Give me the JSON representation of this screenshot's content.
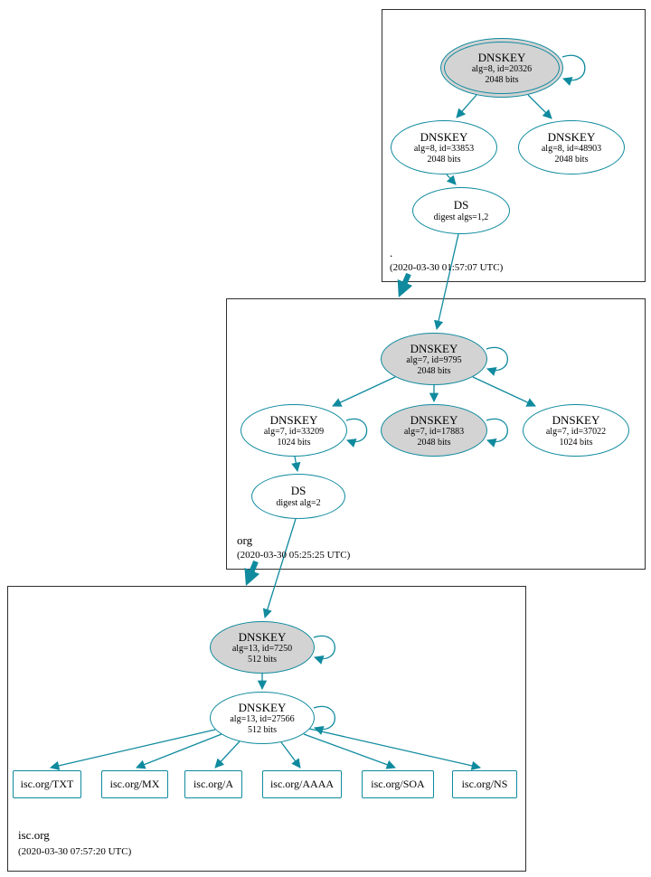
{
  "colors": {
    "accent": "#0f8a9e",
    "ksk_fill": "#d3d3d3",
    "zone_border": "#303030",
    "node_fill": "#ffffff"
  },
  "zones": {
    "root": {
      "name": ".",
      "timestamp": "(2020-03-30 01:57:07 UTC)",
      "nodes": {
        "ksk": {
          "title": "DNSKEY",
          "detail": "alg=8, id=20326",
          "size": "2048 bits"
        },
        "zsk1": {
          "title": "DNSKEY",
          "detail": "alg=8, id=33853",
          "size": "2048 bits"
        },
        "zsk2": {
          "title": "DNSKEY",
          "detail": "alg=8, id=48903",
          "size": "2048 bits"
        },
        "ds": {
          "title": "DS",
          "detail": "digest algs=1,2"
        }
      }
    },
    "org": {
      "name": "org",
      "timestamp": "(2020-03-30 05:25:25 UTC)",
      "nodes": {
        "ksk": {
          "title": "DNSKEY",
          "detail": "alg=7, id=9795",
          "size": "2048 bits"
        },
        "zsk_left": {
          "title": "DNSKEY",
          "detail": "alg=7, id=33209",
          "size": "1024 bits"
        },
        "zsk_mid": {
          "title": "DNSKEY",
          "detail": "alg=7, id=17883",
          "size": "2048 bits"
        },
        "zsk_right": {
          "title": "DNSKEY",
          "detail": "alg=7, id=37022",
          "size": "1024 bits"
        },
        "ds": {
          "title": "DS",
          "detail": "digest alg=2"
        }
      }
    },
    "isc": {
      "name": "isc.org",
      "timestamp": "(2020-03-30 07:57:20 UTC)",
      "nodes": {
        "ksk": {
          "title": "DNSKEY",
          "detail": "alg=13, id=7250",
          "size": "512 bits"
        },
        "zsk": {
          "title": "DNSKEY",
          "detail": "alg=13, id=27566",
          "size": "512 bits"
        }
      },
      "rrsets": [
        {
          "label": "isc.org/TXT"
        },
        {
          "label": "isc.org/MX"
        },
        {
          "label": "isc.org/A"
        },
        {
          "label": "isc.org/AAAA"
        },
        {
          "label": "isc.org/SOA"
        },
        {
          "label": "isc.org/NS"
        }
      ]
    }
  }
}
